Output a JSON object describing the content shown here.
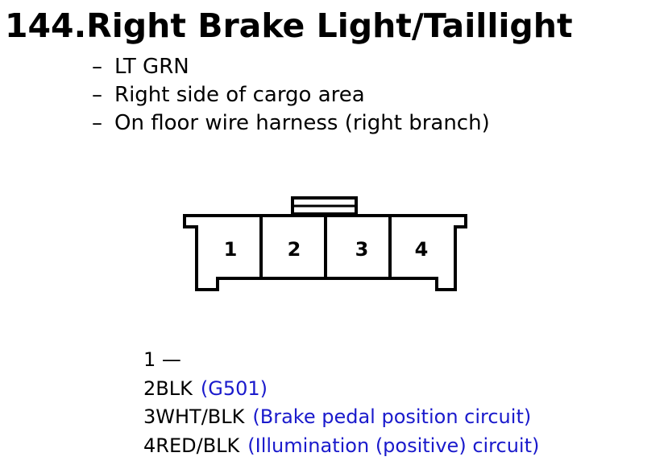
{
  "title": "144.Right Brake Light/Taillight",
  "info": [
    {
      "dash": "–",
      "text": "LT GRN"
    },
    {
      "dash": "–",
      "text": "Right side of cargo area"
    },
    {
      "dash": "–",
      "text": "On floor wire harness (right branch)"
    }
  ],
  "connector": {
    "terminals": [
      "1",
      "2",
      "3",
      "4"
    ]
  },
  "pins": [
    {
      "num": "1",
      "wire": " —",
      "circuit": ""
    },
    {
      "num": "2",
      "wire": "BLK",
      "circuit": "(G501)"
    },
    {
      "num": "3",
      "wire": "WHT/BLK",
      "circuit": "(Brake pedal position circuit)"
    },
    {
      "num": "4",
      "wire": "RED/BLK",
      "circuit": "(Illumination (positive) circuit)"
    }
  ],
  "colors": {
    "circuit_text": "#1a1acc",
    "line": "#000000"
  }
}
